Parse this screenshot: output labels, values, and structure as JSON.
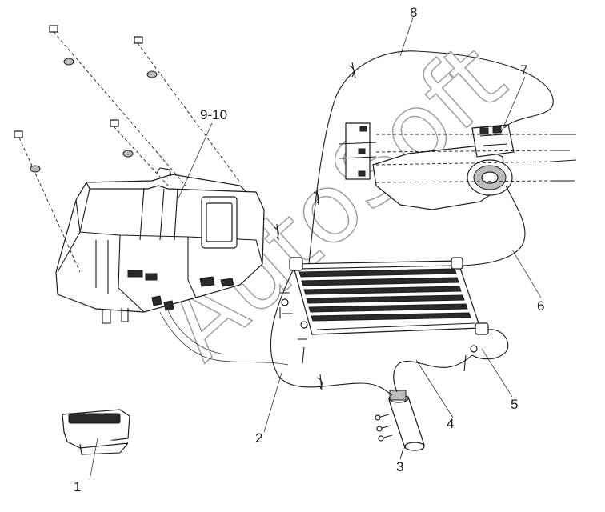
{
  "diagram": {
    "callouts": [
      {
        "id": "1",
        "text": "1"
      },
      {
        "id": "2",
        "text": "2"
      },
      {
        "id": "3",
        "text": "3"
      },
      {
        "id": "4",
        "text": "4"
      },
      {
        "id": "5",
        "text": "5"
      },
      {
        "id": "6",
        "text": "6"
      },
      {
        "id": "7",
        "text": "7"
      },
      {
        "id": "8",
        "text": "8"
      },
      {
        "id": "9-10",
        "text": "9-10"
      }
    ],
    "watermark": "AutoSoft"
  }
}
